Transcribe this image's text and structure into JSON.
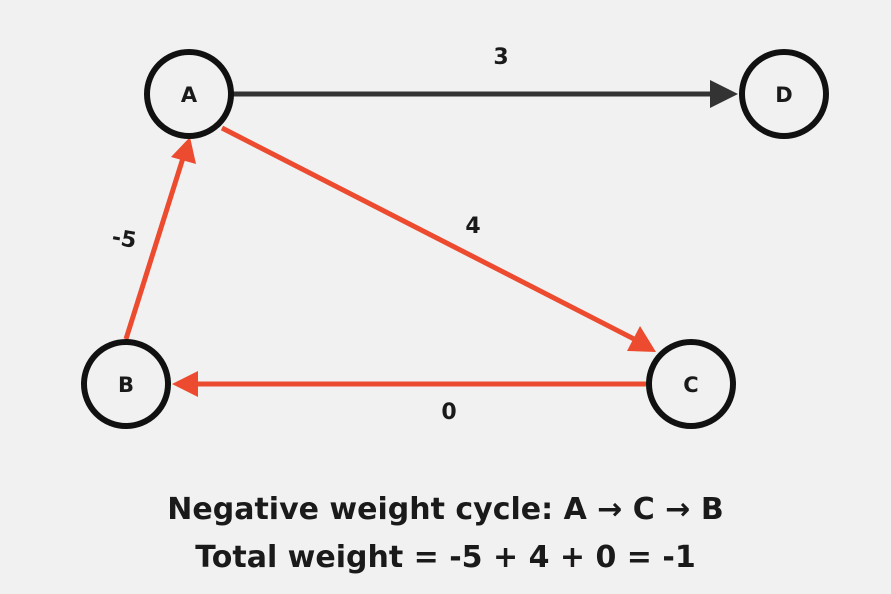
{
  "colors": {
    "background": "#f2f1f1",
    "cycle_edge": "#ec4b2f",
    "normal_edge": "#333333",
    "node_stroke": "#111111",
    "node_fill": "#f2f1f1"
  },
  "nodes": [
    {
      "id": "A",
      "label": "A"
    },
    {
      "id": "B",
      "label": "B"
    },
    {
      "id": "C",
      "label": "C"
    },
    {
      "id": "D",
      "label": "D"
    }
  ],
  "edges": [
    {
      "from": "A",
      "to": "D",
      "weight": "3",
      "in_cycle": false
    },
    {
      "from": "A",
      "to": "C",
      "weight": "4",
      "in_cycle": true
    },
    {
      "from": "C",
      "to": "B",
      "weight": "0",
      "in_cycle": true
    },
    {
      "from": "B",
      "to": "A",
      "weight": "-5",
      "in_cycle": true
    }
  ],
  "caption": {
    "line1": "Negative weight cycle: A → C → B",
    "line2": "Total weight = -5 + 4 + 0 = -1"
  }
}
